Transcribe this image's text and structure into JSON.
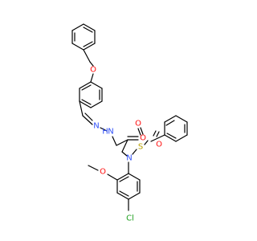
{
  "colors": {
    "carbon_bond": "#000000",
    "oxygen": "#ff0d0d",
    "nitrogen": "#3050f8",
    "chlorine": "#1fa01f",
    "sulfur": "#b8a000",
    "background": "#ffffff"
  },
  "atoms": {
    "ether_oxygen": "O",
    "imine_nitrogen": "N",
    "hydrazide_nitrogen": "N",
    "hydrazide_hydrogen": "H",
    "carbonyl_oxygen": "O",
    "sulfonamide_nitrogen": "N",
    "sulfur": "S",
    "sulfonyl_oxygen_left": "O",
    "sulfonyl_oxygen_right": "O",
    "methoxy_oxygen": "O",
    "chlorine": "Cl"
  }
}
